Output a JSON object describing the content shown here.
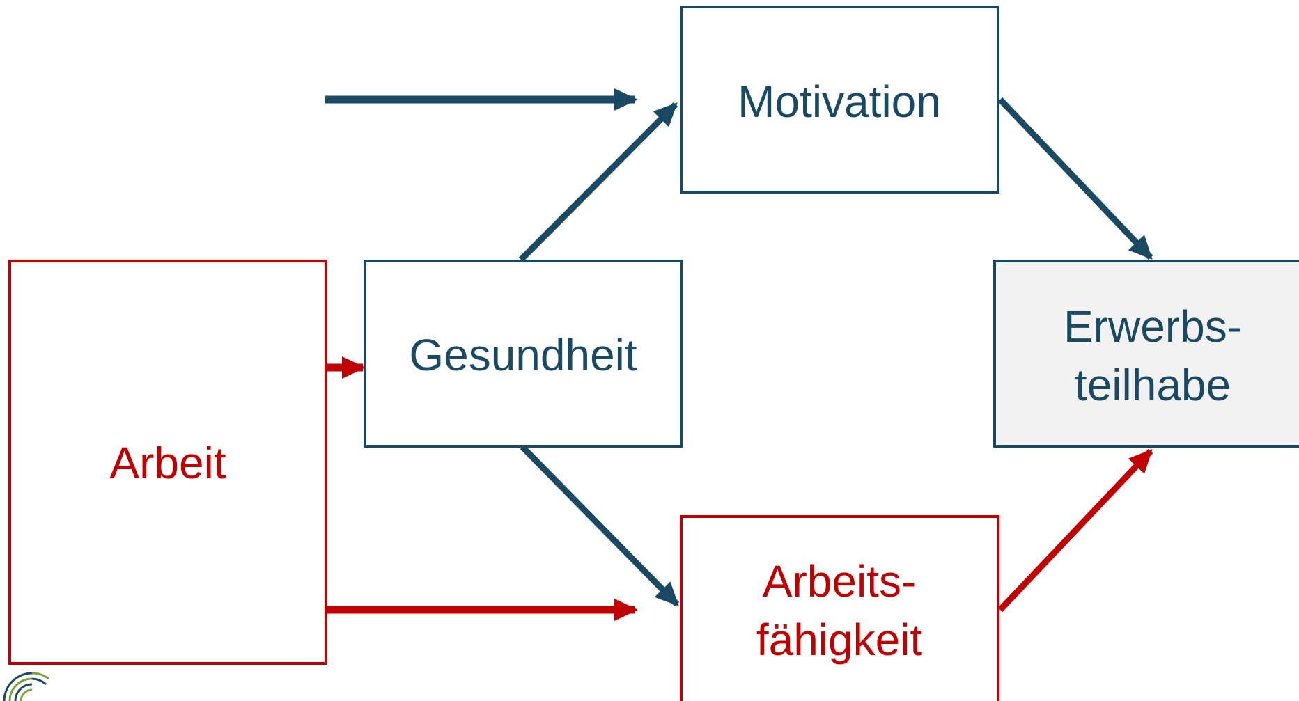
{
  "colors": {
    "blue": "#1A4A63",
    "red": "#C00000",
    "grey_fill": "#F2F2F2",
    "background": "#FFFFFF"
  },
  "nodes": {
    "motivation": {
      "label": "Motivation"
    },
    "gesundheit": {
      "label": "Gesundheit"
    },
    "arbeit": {
      "label": "Arbeit"
    },
    "erwerbsteilhabe": {
      "line1": "Erwerbs-",
      "line2": "teilhabe"
    },
    "arbeitsfaehigkeit": {
      "line1": "Arbeits-",
      "line2": "fähigkeit"
    }
  },
  "logo": {
    "icon": "fingerprint-logo-icon"
  }
}
